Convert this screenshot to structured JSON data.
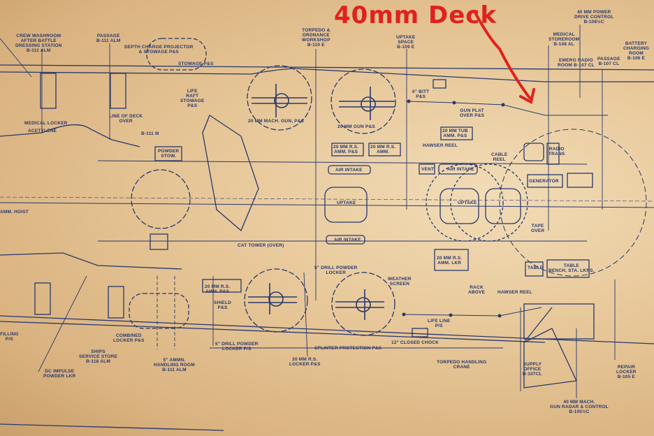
{
  "annotation": {
    "text": "40mm Deck",
    "color": "#e0221c"
  },
  "colors": {
    "ink": "#27386f",
    "paper": "#e6c596"
  },
  "labels": {
    "crew_washroom": "CREW WASHROOM\nAFTER BATTLE\nDRESSING STATION\nB-111 ALM",
    "passage_aft": "PASSAGE\nB-111 ALM",
    "depth_charge": "DEPTH CHARGE PROJECTOR\n& STOWAGE P&S",
    "stowage": "STOWAGE P&S",
    "torpedo_workshop": "TORPEDO &\nORDNANCE\nWORKSHOP\nB-110 E",
    "uptake_space": "UPTAKE\nSPACE\nB-109 E",
    "medical_storeroom": "MEDICAL\nSTOREROOM\nB-108 AL",
    "power_drive": "40 MM POWER\nDRIVE CONTROL\nB-108½C",
    "emerg_radio": "EMERG RADIO\nROOM B-107 CL",
    "passage_fwd": "PASSAGE\nB-107 CL",
    "battery_room": "BATTERY\nCHARGING\nROOM\nB-106 E",
    "life_raft": "LIFE\nRAFT\nSTOWAGE\nP&S",
    "line_of_deck": "LINE OF DECK\nOVER",
    "medical_locker": "MEDICAL LOCKER",
    "acetylene": "ACETYLENE",
    "gun_20mm_mach": "20 MM MACH. GUN, P&S",
    "gun_20mm": "20 MM GUN P&S",
    "bitt": "6\" BITT\nP&S",
    "gun_plat": "GUN PLAT\nOVER P&S",
    "tub_amm": "20 MM TUB\nAMM. P&S",
    "rs_amm_ps": "20 MM R.S.\nAMM. P&S",
    "rs_amm": "20 MM R.S.\nAMM.",
    "hawser_reel_top": "HAWSER REEL",
    "cable_reel": "CABLE\nREEL",
    "generator": "GENERATOR",
    "radio_trans": "RADIO\nTRANS",
    "uptake_1": "UPTAKE",
    "uptake_2": "UPTAKE",
    "air_intake_1": "AIR INTAKE",
    "air_intake_2": "AIR INTAKE",
    "air_intake_3": "AIR INTAKE",
    "vent": "VENT",
    "powder_stow": "POWDER\nSTOW.",
    "handwheel": "B-111 M",
    "drill_powder": "5\" DRILL POWDER\nLOCKER",
    "rs_amm_lkr": "20 MM R.S.\nAMM. LKR",
    "weather_screen": "WEATHER\nSCREEN",
    "rack_above": "RACK\nABOVE",
    "hawser_reel_bot": "HAWSER REEL",
    "table": "TABLE",
    "table_bench": "TABLE\nBENCH, STA. LKRS.",
    "tape_over": "TAPE\nOVER",
    "rs_amm_ps_bot": "20 MM R.S.\nAMM. P&S",
    "shield": "SHIELD\nP&S",
    "life_line": "LIFE LINE\nP/S",
    "splinter": "SPLINTER PROTECTION P&S",
    "torpedo_crane": "TORPEDO HANDLING\nCRANE",
    "supply_office": "SUPPLY\nOFFICE\nB-107CL",
    "radar_control": "40 MM MACH.\nGUN RADAR & CONTROL\nB-105½C",
    "repair_locker": "REPAIR\nLOCKER\nB-105 E",
    "ships_store": "SHIPS\nSERVICE STORE\nB-118 ALM",
    "ammn_handling": "5\" AMMN.\nHANDLING ROOM\nB-111 ALM",
    "combined_locker": "COMBINED\nLOCKER P&S",
    "dc_impulse": "DC IMPULSE\nPOWDER LKR",
    "drill_powder_ps": "5\" DRILL POWDER\nLOCKER P/S",
    "rs_locker": "20 MM R.S.\nLOCKER P&S",
    "filling": "FILLING\nP/S",
    "amm_hoist": "AMM. HOIST",
    "closed_chock": "12\" CLOSED CHOCK",
    "projector": "CAT TOWER (OVER)"
  }
}
